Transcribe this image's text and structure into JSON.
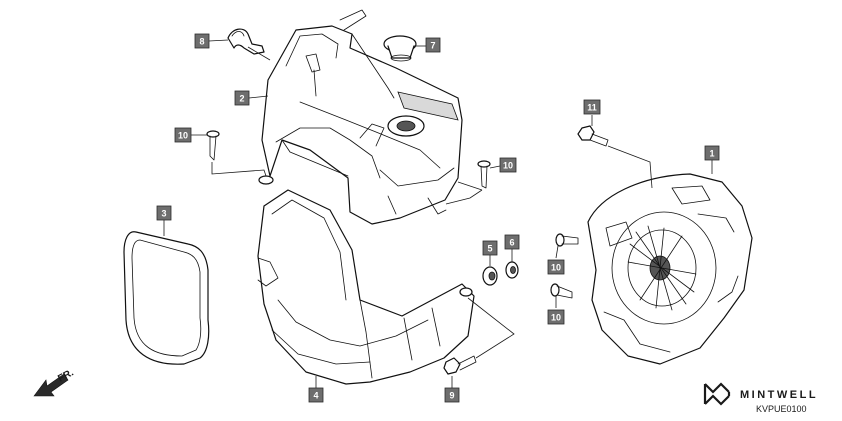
{
  "callouts": [
    {
      "id": "c8",
      "label": "8"
    },
    {
      "id": "c7",
      "label": "7"
    },
    {
      "id": "c2",
      "label": "2"
    },
    {
      "id": "c10a",
      "label": "10"
    },
    {
      "id": "c10b",
      "label": "10"
    },
    {
      "id": "c11",
      "label": "11"
    },
    {
      "id": "c1",
      "label": "1"
    },
    {
      "id": "c3",
      "label": "3"
    },
    {
      "id": "c5",
      "label": "5"
    },
    {
      "id": "c6",
      "label": "6"
    },
    {
      "id": "c10c",
      "label": "10"
    },
    {
      "id": "c10d",
      "label": "10"
    },
    {
      "id": "c4",
      "label": "4"
    },
    {
      "id": "c9",
      "label": "9"
    }
  ],
  "direction_label": "FR.",
  "brand": {
    "name": "MINTWELL"
  },
  "diagram_code": "KVPUE0100",
  "colors": {
    "callout_fill": "#6e6e6e",
    "callout_text": "#ffffff",
    "line": "#111111"
  }
}
